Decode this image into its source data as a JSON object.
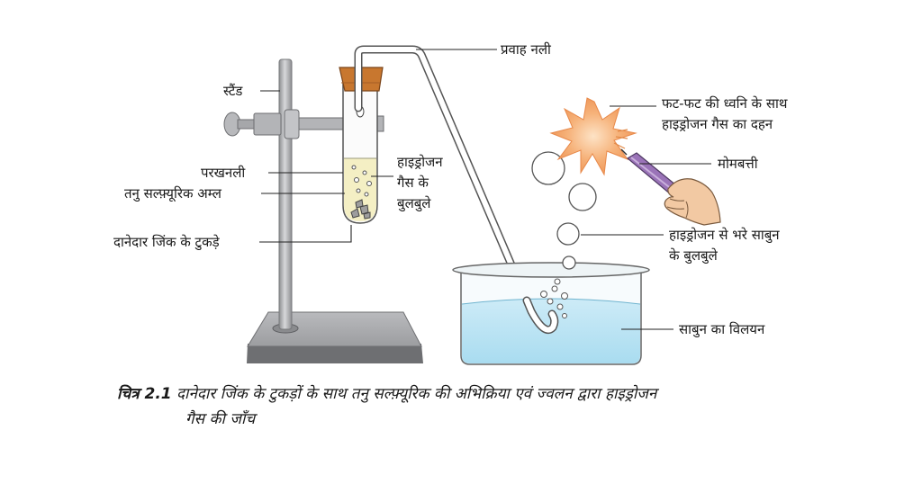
{
  "labels": {
    "stand": "स्टैंड",
    "flow_tube": "प्रवाह नली",
    "test_tube": "परखनली",
    "dilute_acid": "तनु सल्फ़्यूरिक अम्ल",
    "zinc_pieces": "दानेदार जिंक के टुकड़े",
    "bubbles_line1": "हाइड्रोजन",
    "bubbles_line2": "गैस के",
    "bubbles_line3": "बुलबुले",
    "combustion_line1": "फट-फट की ध्वनि के साथ",
    "combustion_line2": "हाइड्रोजन गैस का दहन",
    "candle": "मोमबत्ती",
    "soap_bubbles_line1": "हाइड्रोजन से भरे साबुन",
    "soap_bubbles_line2": "के बुलबुले",
    "soap_solution": "साबुन का विलयन"
  },
  "caption": {
    "number": "चित्र 2.1",
    "line1": "दानेदार जिंक के टुकड़ों के साथ तनु सल्फ़्यूरिक की अभिक्रिया एवं ज्वलन द्वारा हाइड्रोजन",
    "line2": "गैस की जाँच"
  },
  "colors": {
    "stand_metal": "#a9aaac",
    "cork": "#c8772f",
    "acid_liquid": "#f4efc4",
    "soap_water": "#bfe6f5",
    "flame": "#f6b27a",
    "candle": "#9a73b8",
    "skin": "#f2c9a3"
  }
}
